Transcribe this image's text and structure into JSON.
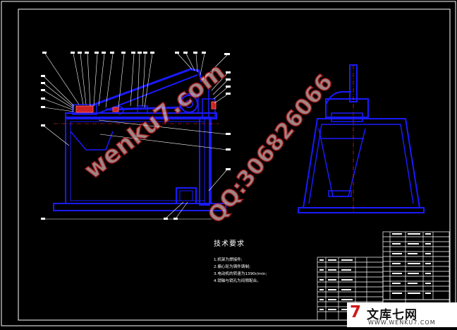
{
  "drawing": {
    "tech_requirements": {
      "title": "技术要求",
      "items": [
        "1.机架为焊接件;",
        "2.偏心轮为铸件铸制;",
        "3.电动机的转速为1390r/min;",
        "4.销轴与销孔为间隙配合。"
      ]
    },
    "colors": {
      "background": "#000000",
      "frame": "#ffffff",
      "geometry": "#1a1aff",
      "leader": "#ffffff"
    }
  },
  "watermarks": {
    "site": "wenku7.com",
    "qq": "QQ:306826066"
  },
  "logo": {
    "mark": "7",
    "text": "文库七网",
    "url": "WWW.WENKU7.COM"
  }
}
